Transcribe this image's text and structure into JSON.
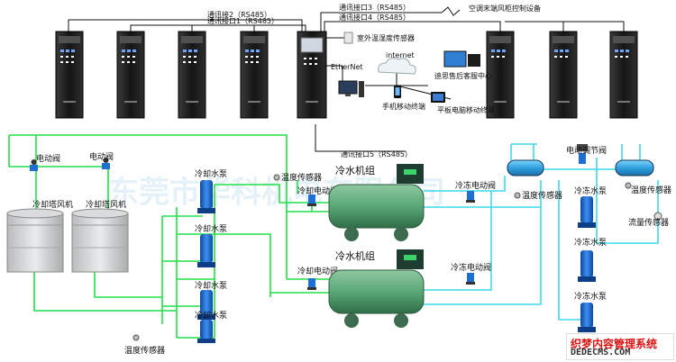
{
  "labels": {
    "comm2": "通讯接2（RS485）",
    "comm1": "通讯接口1（RS485）",
    "comm3": "通讯接口3（RS485）",
    "comm4": "通讯接口4（RS485）",
    "comm5": "通讯接口5（RS485）",
    "ac_terminal": "空调末端风柜控制设备",
    "outdoor_sensor": "室外温湿度传感器",
    "internet": "internet",
    "ethernet": "EtherNet",
    "service_center": "迪思售后客服中心",
    "mobile": "手机移动终端",
    "tablet": "平板电脑移动终端",
    "motor_valve_1": "电动阀",
    "motor_valve_2": "电动阀",
    "cooling_tower_fan_1": "冷却塔风机",
    "cooling_tower_fan_2": "冷却塔风机",
    "cooling_pump_1": "冷却水泵",
    "cooling_pump_2": "冷却水泵",
    "cooling_pump_3": "冷却水泵",
    "cooling_pump_4": "冷却水泵",
    "temp_sensor_1": "温度传感器",
    "temp_sensor_2": "温度传感器",
    "temp_sensor_3": "温度传感器",
    "temp_sensor_4": "温度传感器",
    "cooling_valve_1": "冷却电动阀",
    "cooling_valve_2": "冷却电动阀",
    "chilled_valve_1": "冷冻电动阀",
    "chilled_valve_2": "冷冻电动阀",
    "chiller_1": "冷水机组",
    "chiller_2": "冷水机组",
    "motor_reg_valve": "电动调节阀",
    "chilled_pump_1": "冷冻水泵",
    "chilled_pump_2": "冷冻水泵",
    "chilled_pump_3": "冷冻水泵",
    "flow_sensor": "流量传感器"
  },
  "watermark": "东莞市华科机电有限公司",
  "corner_logo": {
    "line1": "织梦内容管理系统",
    "line2": "DEDECMS.COM"
  },
  "colors": {
    "green_pipe": "#22e04a",
    "cyan_pipe": "#41d8ea",
    "black_wire": "#111111",
    "cabinet": "#1a1a1a",
    "pump": "#1a64c8"
  }
}
